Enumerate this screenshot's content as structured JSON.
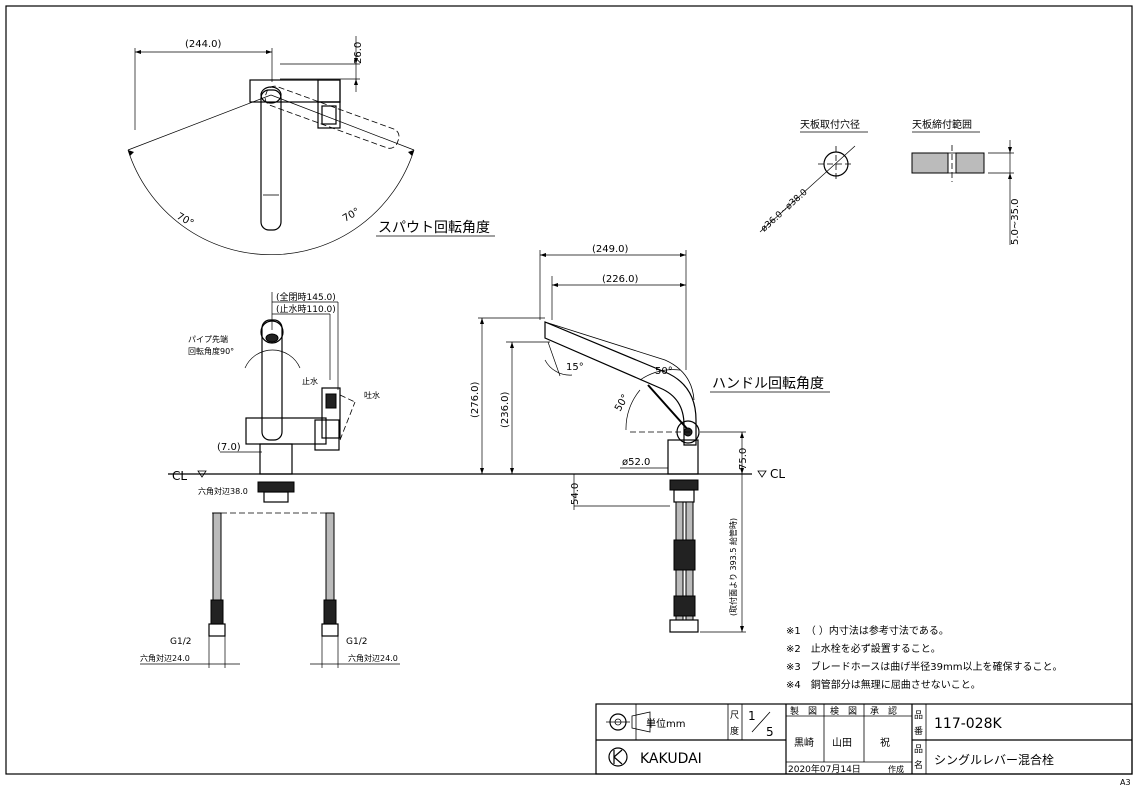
{
  "top_view": {
    "dim_width": "(244.0)",
    "dim_offset": "26.0",
    "angle_left": "70°",
    "angle_right": "70°",
    "caption": "スパウト回転角度"
  },
  "hole_detail": {
    "title": "天板取付穴径",
    "dim": "ø36.0~ø38.0"
  },
  "clamp_detail": {
    "title": "天板締付範囲",
    "dim": "5.0~35.0"
  },
  "front_view": {
    "dim_full": "(全閉時145.0)",
    "dim_stop": "(止水時110.0)",
    "pipe_note_1": "パイプ先端",
    "pipe_note_2": "回転角度90°",
    "label_stop": "止水",
    "label_discharge": "吐水",
    "dim_seven": "(7.0)",
    "cl": "CL",
    "hex_38": "六角対辺38.0",
    "g_left": "G1/2",
    "g_right": "G1/2",
    "hex_left": "六角対辺24.0",
    "hex_right": "六角対辺24.0"
  },
  "side_view": {
    "dim_249": "(249.0)",
    "dim_226": "(226.0)",
    "dim_276": "(276.0)",
    "dim_236": "(236.0)",
    "angle_15": "15°",
    "angle_50a": "50°",
    "angle_50b": "50°",
    "handle_caption": "ハンドル回転角度",
    "dim_52": "ø52.0",
    "dim_75": "75.0",
    "cl": "CL",
    "dim_54": "54.0",
    "dim_393": "(取付面より 393.5 給管時)"
  },
  "notes": [
    "※1　（ ）内寸法は参考寸法である。",
    "※2　止水栓を必ず設置すること。",
    "※3　ブレードホースは曲げ半径39mm以上を確保すること。",
    "※4　銅管部分は無理に屈曲させないこと。"
  ],
  "title_block": {
    "unit": "単位mm",
    "scale_label_1": "尺",
    "scale_label_2": "度",
    "scale_num": "1",
    "scale_den": "5",
    "h_drawn": "製　図",
    "h_checked": "検　図",
    "h_approved": "承　認",
    "drawn_by": "黒崎",
    "checked_by": "山田",
    "approved_by": "祝",
    "hin_1": "品",
    "ban": "番",
    "mei": "名",
    "hin_2": "品",
    "part_no": "117-028K",
    "part_name": "シングルレバー混合栓",
    "brand": "KAKUDAI",
    "date": "2020年07月14日",
    "date_suffix": "作成",
    "sheet_size": "A3"
  }
}
